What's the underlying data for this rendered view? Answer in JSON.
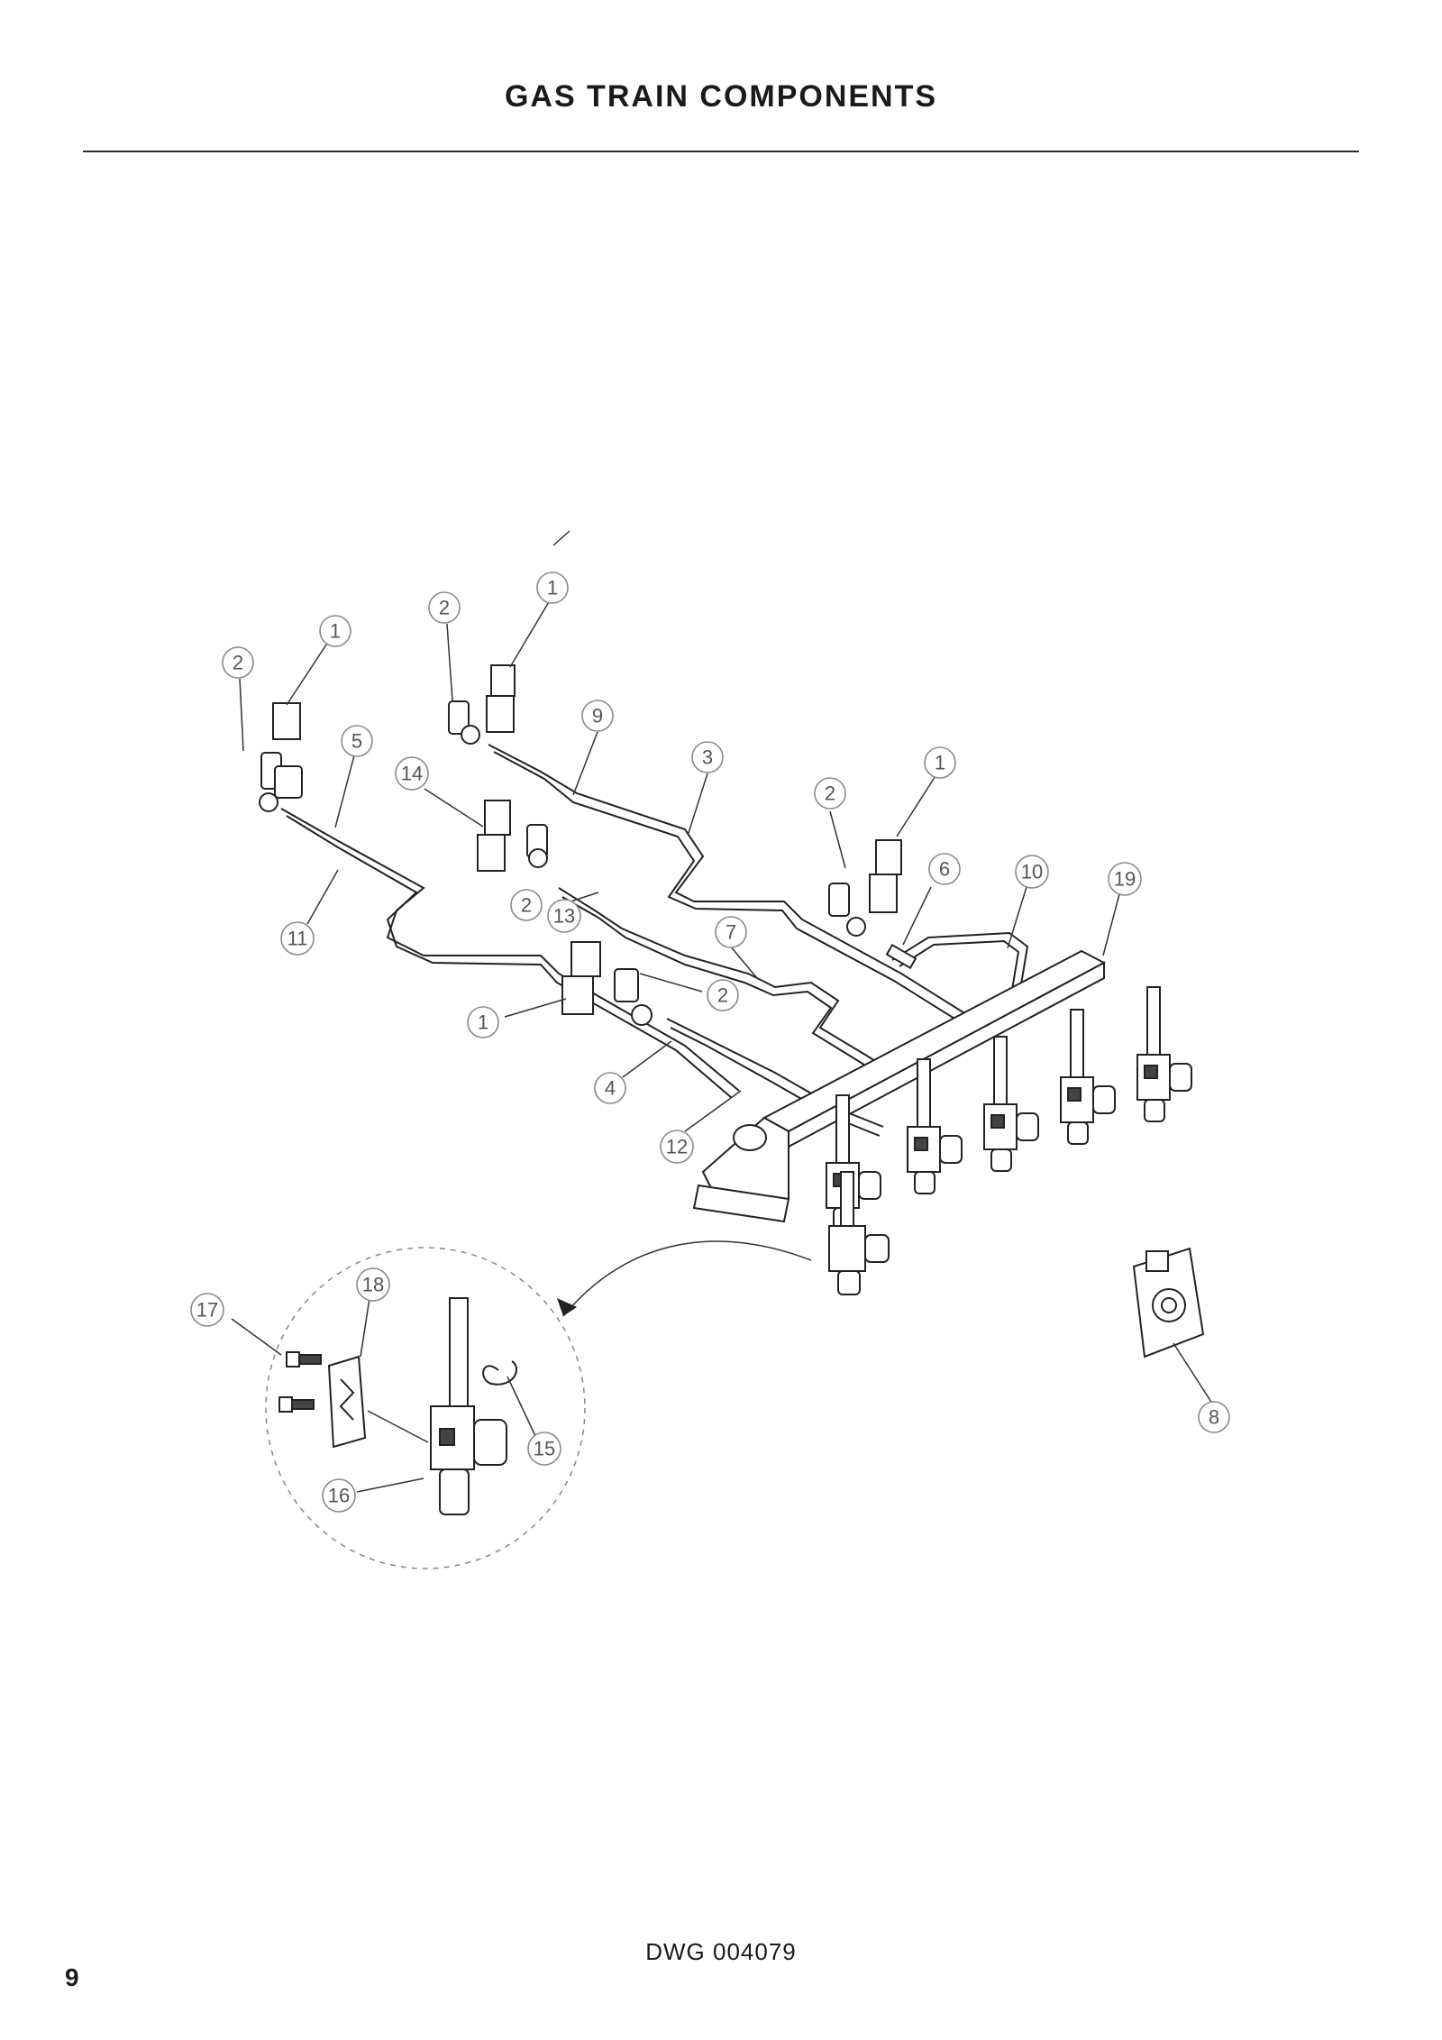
{
  "page": {
    "title": "GAS TRAIN COMPONENTS",
    "drawing_number": "DWG 004079",
    "page_number": "9"
  },
  "callouts": [
    {
      "id": "c1a",
      "label": "1"
    },
    {
      "id": "c1b",
      "label": "1"
    },
    {
      "id": "c1c",
      "label": "1"
    },
    {
      "id": "c1d",
      "label": "1"
    },
    {
      "id": "c2a",
      "label": "2"
    },
    {
      "id": "c2b",
      "label": "2"
    },
    {
      "id": "c2c",
      "label": "2"
    },
    {
      "id": "c2d",
      "label": "2"
    },
    {
      "id": "c2e",
      "label": "2"
    },
    {
      "id": "c3",
      "label": "3"
    },
    {
      "id": "c4",
      "label": "4"
    },
    {
      "id": "c5",
      "label": "5"
    },
    {
      "id": "c6",
      "label": "6"
    },
    {
      "id": "c7",
      "label": "7"
    },
    {
      "id": "c8",
      "label": "8"
    },
    {
      "id": "c9",
      "label": "9"
    },
    {
      "id": "c10",
      "label": "10"
    },
    {
      "id": "c11",
      "label": "11"
    },
    {
      "id": "c12",
      "label": "12"
    },
    {
      "id": "c13",
      "label": "13"
    },
    {
      "id": "c14",
      "label": "14"
    },
    {
      "id": "c15",
      "label": "15"
    },
    {
      "id": "c16",
      "label": "16"
    },
    {
      "id": "c17",
      "label": "17"
    },
    {
      "id": "c18",
      "label": "18"
    },
    {
      "id": "c19",
      "label": "19"
    }
  ]
}
